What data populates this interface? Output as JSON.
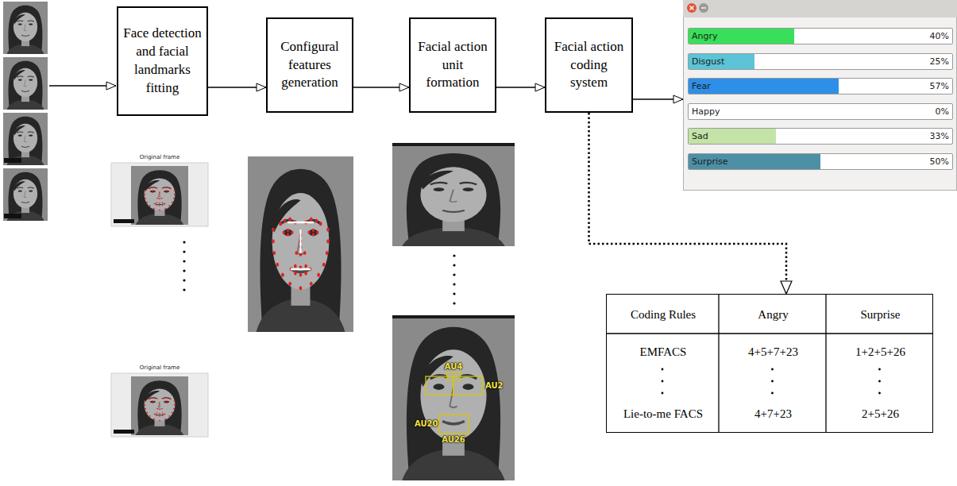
{
  "diagram": {
    "nodes": [
      {
        "text": [
          "Face detection and facial landmarks fitting"
        ]
      },
      {
        "text": [
          "Configural features generation"
        ]
      },
      {
        "text": [
          "Facial action unit formation"
        ]
      },
      {
        "text": [
          "Facial action coding system"
        ]
      },
      {
        "text": []
      },
      {
        "text": [
          "Angry",
          "40%"
        ],
        "in": 4
      },
      {
        "text": [
          "Disgust",
          "25%"
        ],
        "in": 4
      },
      {
        "text": [
          "Fear",
          "57%"
        ],
        "in": 4
      },
      {
        "text": [
          "Happy",
          "0%"
        ],
        "in": 4
      },
      {
        "text": [
          "Sad",
          "33%"
        ],
        "in": 4
      },
      {
        "text": [
          "Surprise",
          "50%"
        ],
        "in": 4
      },
      {
        "text": [
          "Coding Rules",
          "Angry",
          "Surprise",
          "EMFACS",
          "4+5+7+23",
          "1+2+5+26",
          "Lie-to-me FACS",
          "4+7+23",
          "2+5+26"
        ]
      }
    ],
    "edges": [
      {
        "from": 0,
        "to": 1,
        "arrow": "to"
      },
      {
        "from": 1,
        "to": 2,
        "arrow": "to"
      },
      {
        "from": 2,
        "to": 3,
        "arrow": "to"
      },
      {
        "from": 3,
        "to": 4,
        "arrow": "to"
      },
      {
        "from": 3,
        "to": 11,
        "arrow": "to"
      }
    ],
    "labels": [
      "Original frame",
      "Original frame",
      "AU4",
      "AU2",
      "AU20",
      "AU26"
    ]
  }
}
